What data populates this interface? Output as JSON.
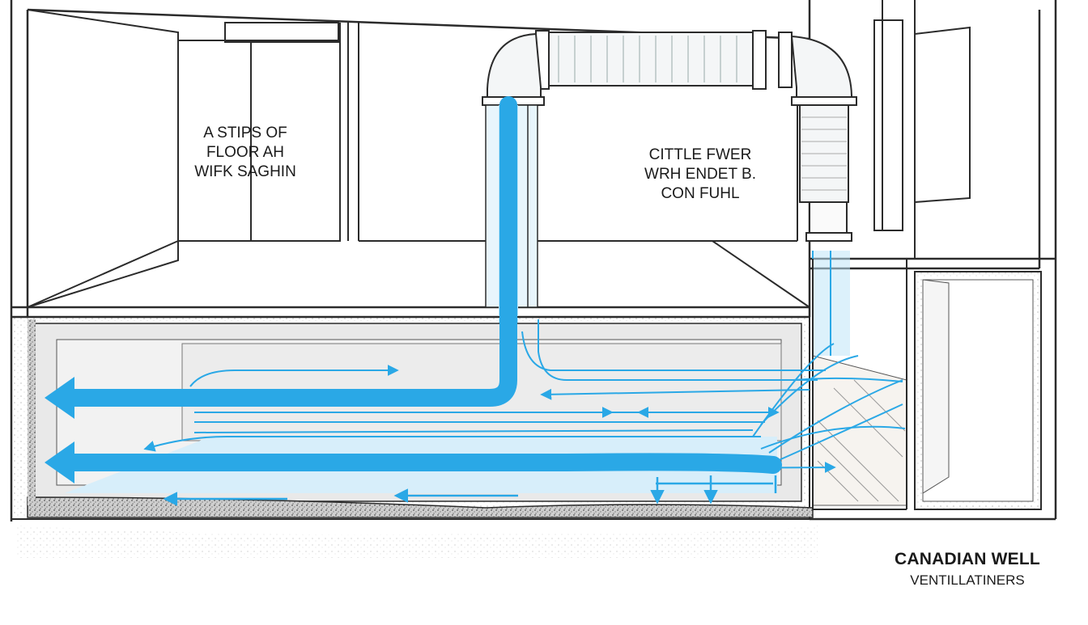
{
  "labels": {
    "left_room": [
      "A STIPS OF",
      "FLOOR AH",
      "WIFK SAGHIN"
    ],
    "right_room": [
      "CITTLE FWER",
      "WRH ENDET B.",
      "CON FUHL"
    ]
  },
  "brand": {
    "title": "CANADIAN WELL",
    "subtitle": "VENTILLATINERS"
  },
  "colors": {
    "airflow": "#2aa8e6",
    "airflow_light": "#bfe6f8",
    "line": "#2b2b2b",
    "soil": "#9a9a9a"
  }
}
